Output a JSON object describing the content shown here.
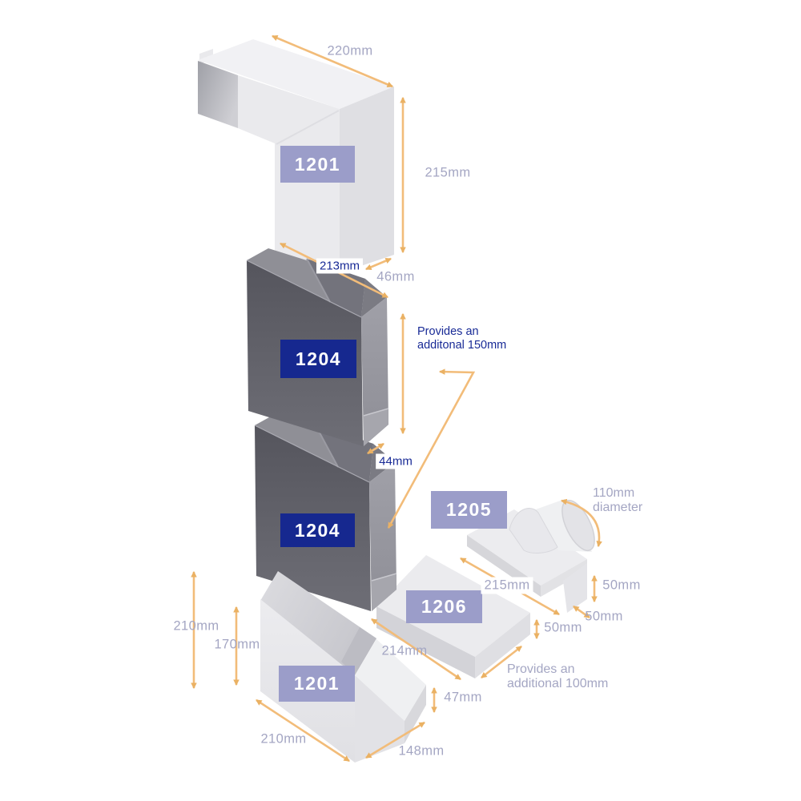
{
  "diagram_title": "Duct components dimension diagram",
  "colors": {
    "arrow": "#f0b878",
    "dim_text": "#a4a6c3",
    "annotation_text": "#182a96",
    "badge_lavender": "#9b9dc9",
    "badge_navy": "#16288f",
    "badge_text": "#ffffff",
    "part_light_gray": "#ebebee",
    "part_dark_gray": "#62626a"
  },
  "badges": {
    "elbow_top": "1201",
    "liner_upper": "1204",
    "liner_lower": "1204",
    "adapter": "1205",
    "extension": "1206",
    "elbow_bottom": "1201"
  },
  "dims": {
    "d220": "220mm",
    "d215_top": "215mm",
    "d46": "46mm",
    "d213": "213mm",
    "d44": "44mm",
    "d110_line1": "110mm",
    "d110_line2": "diameter",
    "d215_mid": "215mm",
    "d50_right": "50mm",
    "d50_depth": "50mm",
    "d50_thickness": "50mm",
    "d214": "214mm",
    "d47": "47mm",
    "d210_outer": "210mm",
    "d170": "170mm",
    "d210_bottom": "210mm",
    "d148": "148mm"
  },
  "notes": {
    "liner_line1": "Provides an",
    "liner_line2": "additonal 150mm",
    "extension_line1": "Provides an",
    "extension_line2": "additional 100mm"
  }
}
